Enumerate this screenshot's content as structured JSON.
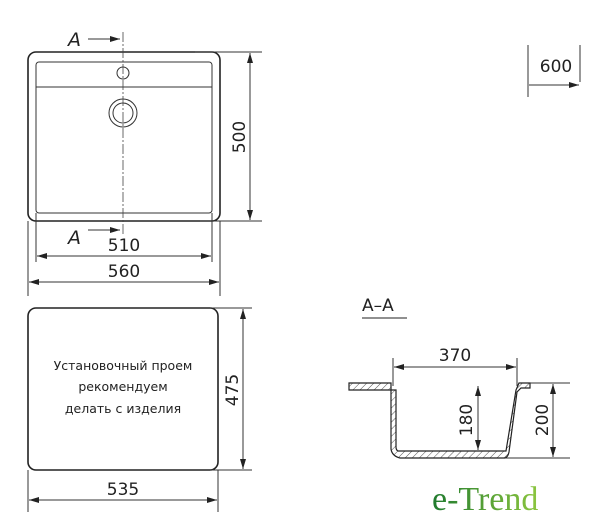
{
  "top_view": {
    "section_label_top": "A",
    "section_label_bottom": "A",
    "dim_height": "500",
    "dim_inner_width": "510",
    "dim_outer_width": "560"
  },
  "cutout_view": {
    "note_lines": [
      "Установочный проем",
      "рекомендуем",
      "делать с изделия"
    ],
    "dim_height": "475",
    "dim_width": "535"
  },
  "cabinet": {
    "dim_width": "600"
  },
  "section_view": {
    "title": "A–A",
    "dim_width": "370",
    "dim_inner_depth": "180",
    "dim_total_depth": "200"
  },
  "brand": {
    "logo_text": "e-Trend",
    "colors": [
      "#1f7a2e",
      "#8cc63f"
    ]
  }
}
